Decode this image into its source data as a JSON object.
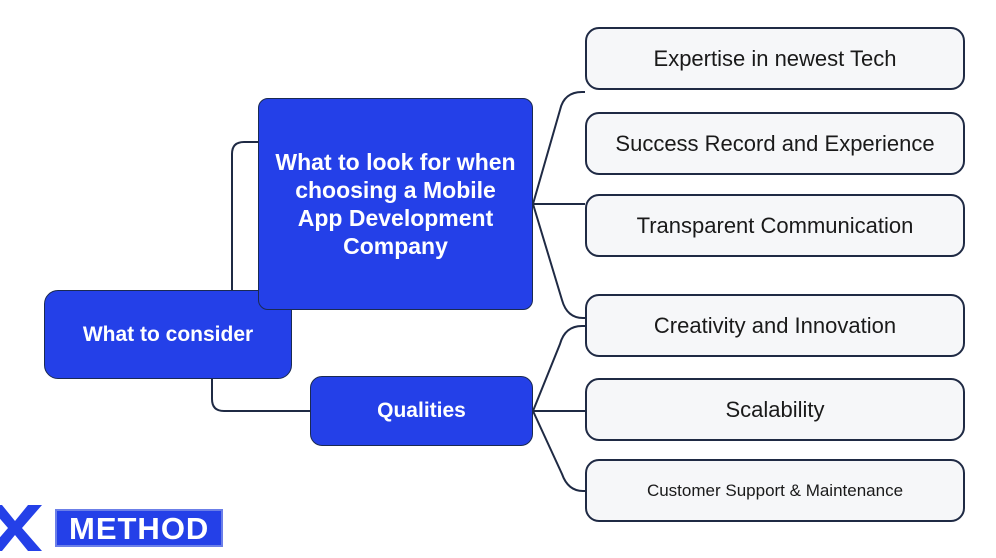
{
  "diagram": {
    "type": "mind-map",
    "background_color": "#ffffff",
    "accent_color": "#2440e8",
    "leaf_fill_color": "#f6f7f9",
    "leaf_border_color": "#1f2a44",
    "connector_color": "#1f2a44",
    "root": {
      "label": "What to consider"
    },
    "branches": [
      {
        "label": "What to look for when choosing a Mobile App Development Company",
        "children": [
          {
            "label": "Expertise in newest Tech"
          },
          {
            "label": "Success Record and Experience"
          },
          {
            "label": "Transparent Communication"
          }
        ]
      },
      {
        "label": "Qualities",
        "children": [
          {
            "label": "Creativity and Innovation"
          },
          {
            "label": "Scalability"
          },
          {
            "label": "Customer Support & Maintenance"
          }
        ]
      }
    ]
  },
  "logo": {
    "mark": "x-mark-icon",
    "wordmark": "METHOD",
    "color": "#2440e8"
  }
}
